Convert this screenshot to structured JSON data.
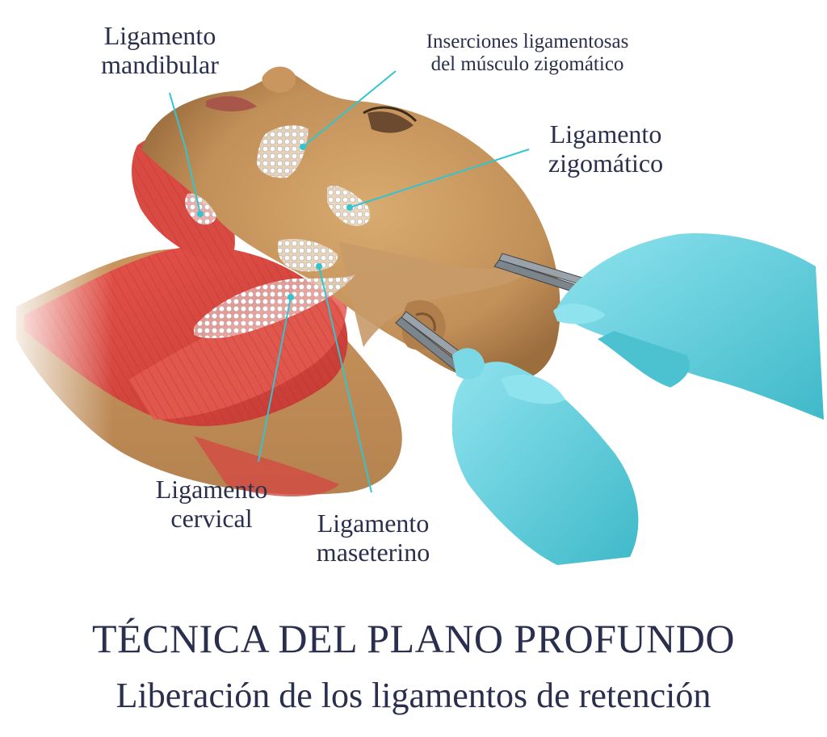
{
  "labels": {
    "mandibular": {
      "line1": "Ligamento",
      "line2": "mandibular"
    },
    "zygomatic_muscle": {
      "line1": "Inserciones ligamentosas",
      "line2": "del músculo zigomático"
    },
    "zygomatic": {
      "line1": "Ligamento",
      "line2": "zigomático"
    },
    "cervical": {
      "line1": "Ligamento",
      "line2": "cervical"
    },
    "masseteric": {
      "line1": "Ligamento",
      "line2": "maseterino"
    }
  },
  "title": "TÉCNICA DEL PLANO PROFUNDO",
  "subtitle": "Liberación de los ligamentos de retención",
  "colors": {
    "text": "#2a2f4d",
    "leader_line": "#33c4cf",
    "skin": "#c99a62",
    "muscle": "#d9443f",
    "glove": "#6fd3e0",
    "ligament_dots": "#ffffff"
  },
  "icons": [
    "head-illustration",
    "forceps-icon",
    "gloved-hand-icon"
  ]
}
